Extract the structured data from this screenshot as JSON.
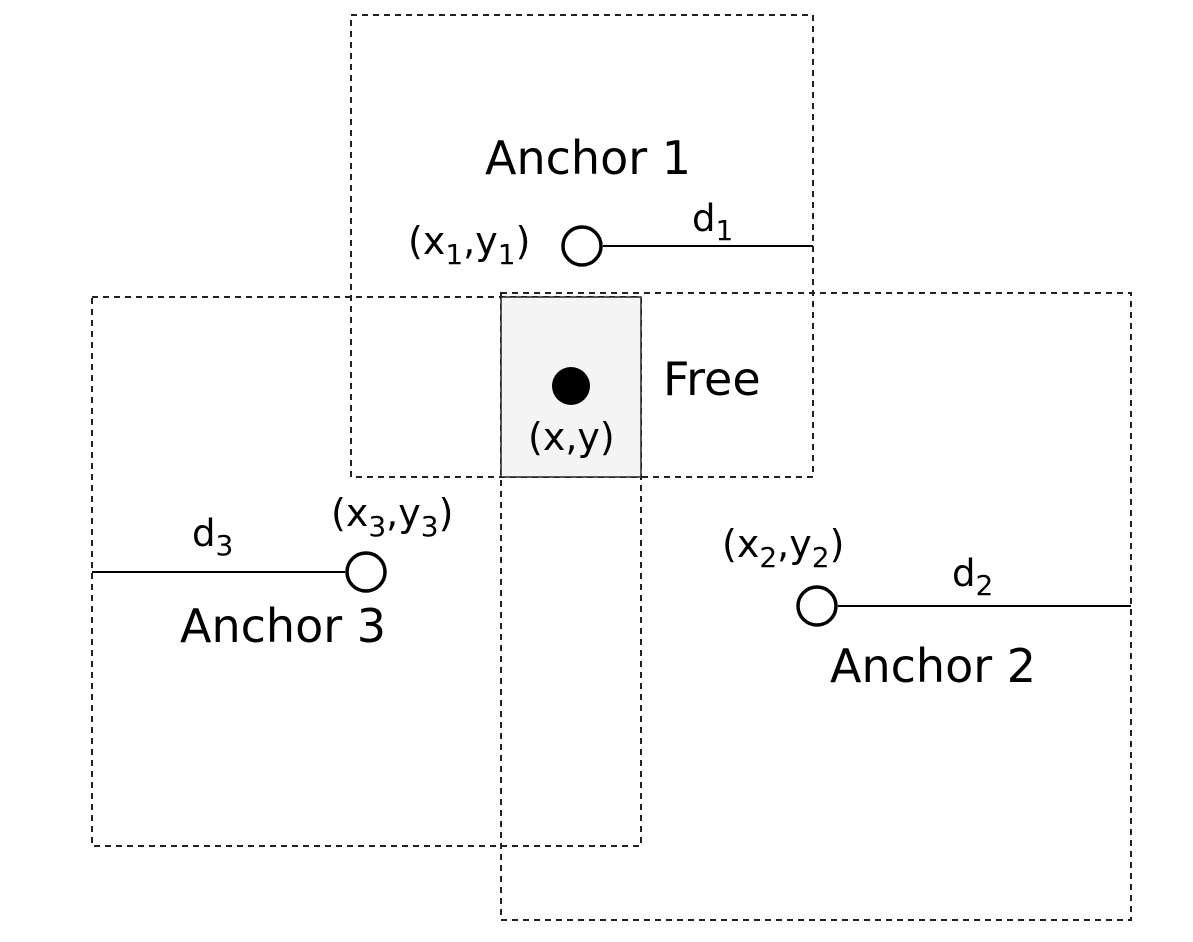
{
  "labels": {
    "anchor1": "Anchor 1",
    "anchor2": "Anchor 2",
    "anchor3": "Anchor 3",
    "free": "Free",
    "free_coord": "(x,y)"
  },
  "coords": {
    "a1": {
      "open": "(x",
      "sub_x": "1",
      "mid": ",y",
      "sub_y": "1",
      "close": ")"
    },
    "a2": {
      "open": "(x",
      "sub_x": "2",
      "mid": ",y",
      "sub_y": "2",
      "close": ")"
    },
    "a3": {
      "open": "(x",
      "sub_x": "3",
      "mid": ",y",
      "sub_y": "3",
      "close": ")"
    }
  },
  "distances": {
    "d1": {
      "base": "d",
      "sub": "1"
    },
    "d2": {
      "base": "d",
      "sub": "2"
    },
    "d3": {
      "base": "d",
      "sub": "3"
    }
  }
}
